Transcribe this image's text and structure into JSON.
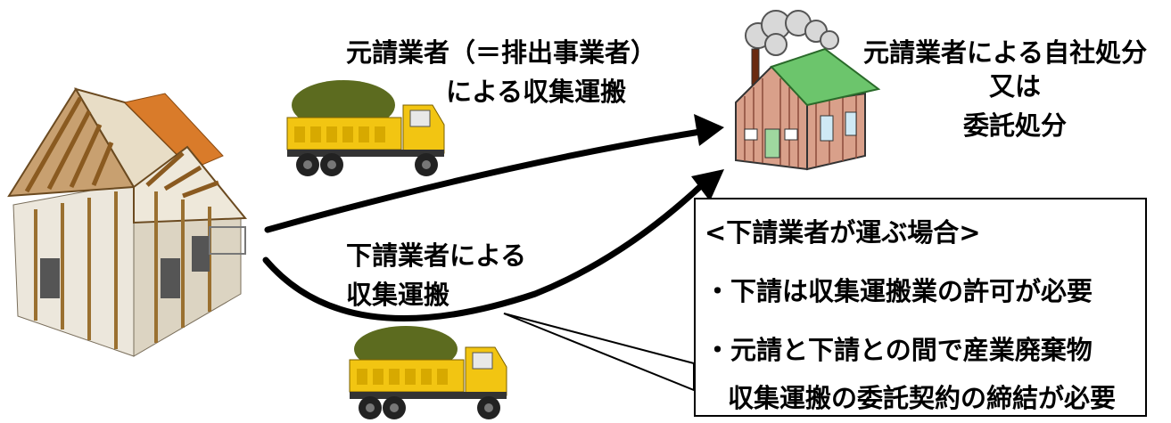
{
  "top_route": {
    "line1": "元請業者（＝排出事業者）",
    "line2": "による収集運搬"
  },
  "sub_route": {
    "line1": "下請業者による",
    "line2": "収集運搬"
  },
  "destination": {
    "line1": "元請業者による自社処分",
    "line2": "又は",
    "line3": "委託処分"
  },
  "callout": {
    "title": "<下請業者が運ぶ場合>",
    "item1": "・下請は収集運搬業の許可が必要",
    "item2": "・元請と下請との間で産業廃棄物",
    "item3": "収集運搬の委託契約の締結が必要"
  },
  "icons": [
    "house-under-construction-icon",
    "dump-truck-icon",
    "factory-house-icon",
    "arrow-icon"
  ],
  "colors": {
    "truck_body": "#f2c512",
    "truck_load": "#5c6b1f",
    "factory_wall": "#d9a08a",
    "factory_roof": "#6cc56c",
    "arrow": "#000000"
  }
}
